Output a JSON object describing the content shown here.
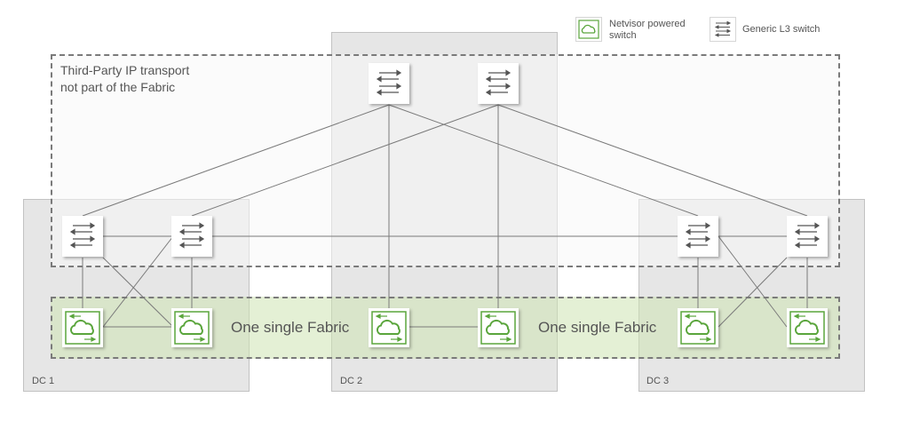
{
  "legend": {
    "netvisor_label": "Netvisor powered switch",
    "generic_label": "Generic L3 switch",
    "netvisor_icon": "netvisor-switch-icon",
    "generic_icon": "generic-l3-switch-icon"
  },
  "transport": {
    "line1": "Third-Party IP transport",
    "line2": "not part of the Fabric"
  },
  "fabric": {
    "label_left": "One single Fabric",
    "label_right": "One single Fabric"
  },
  "datacenters": [
    {
      "label": "DC 1"
    },
    {
      "label": "DC 2"
    },
    {
      "label": "DC 3"
    }
  ],
  "colors": {
    "netvisor_green": "#5aa53c",
    "fabric_fill": "#cfe4b4",
    "dc_fill": "#e6e6e6",
    "link": "#7a7a7a"
  }
}
